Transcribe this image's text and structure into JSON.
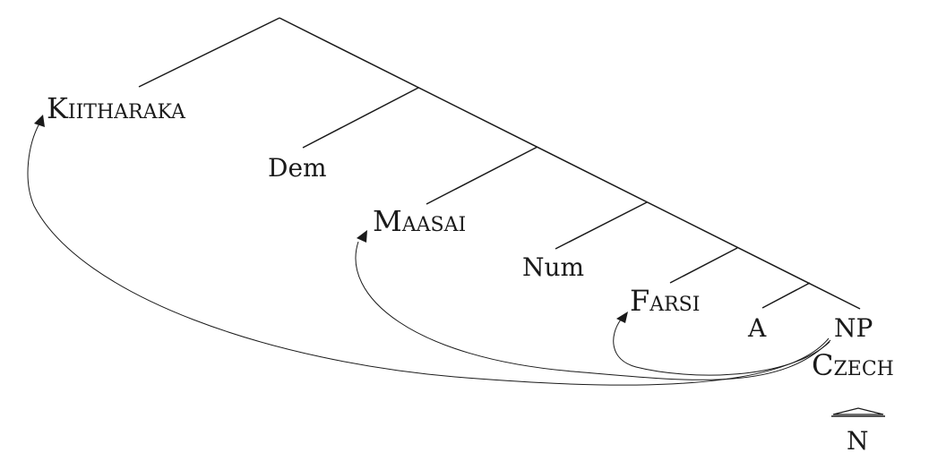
{
  "tree": {
    "nodes": {
      "kiitharaka": "Kiitharaka",
      "dem": "Dem",
      "maasai": "Maasai",
      "num": "Num",
      "farsi": "Farsi",
      "a": "A",
      "np": "NP",
      "czech": "Czech",
      "n": "N"
    }
  }
}
